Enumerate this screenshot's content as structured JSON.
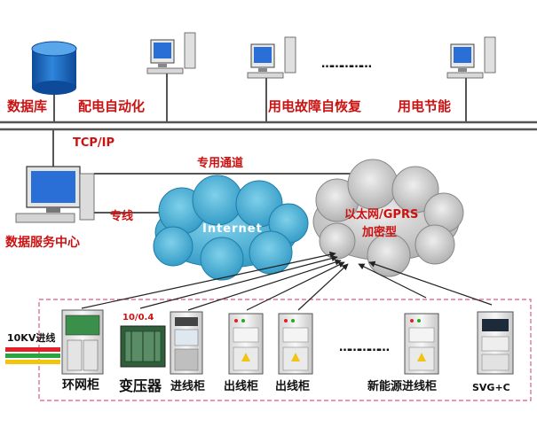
{
  "top_labels": {
    "database": "数据库",
    "distribution_automation": "配电自动化",
    "fault_recovery": "用电故障自恢复",
    "energy_saving": "用电节能",
    "dots": "……………"
  },
  "network": {
    "tcp_ip": "TCP/IP",
    "dedicated_channel": "专用通道",
    "dedicated_line": "专线",
    "internet": "Internet",
    "gprs_line1": "以太网/GPRS",
    "gprs_line2": "加密型"
  },
  "data_center": "数据服务中心",
  "substation": {
    "incoming_line": "10KV进线",
    "transformer_ratio": "10/0.4",
    "dots": "……………",
    "equipment": {
      "ring_main_unit": "环网柜",
      "transformer": "变压器",
      "incoming_cabinet": "进线柜",
      "outgoing_cabinet_1": "出线柜",
      "outgoing_cabinet_2": "出线柜",
      "new_energy_incoming": "新能源进线柜",
      "svg": "SVG+C"
    }
  },
  "colors": {
    "label_red": "#cc1111",
    "db_blue": "#1f6fc8",
    "internet_cloud": "#3ea8cf",
    "gprs_cloud": "#c9c9c9",
    "bus_gray": "#555555"
  }
}
